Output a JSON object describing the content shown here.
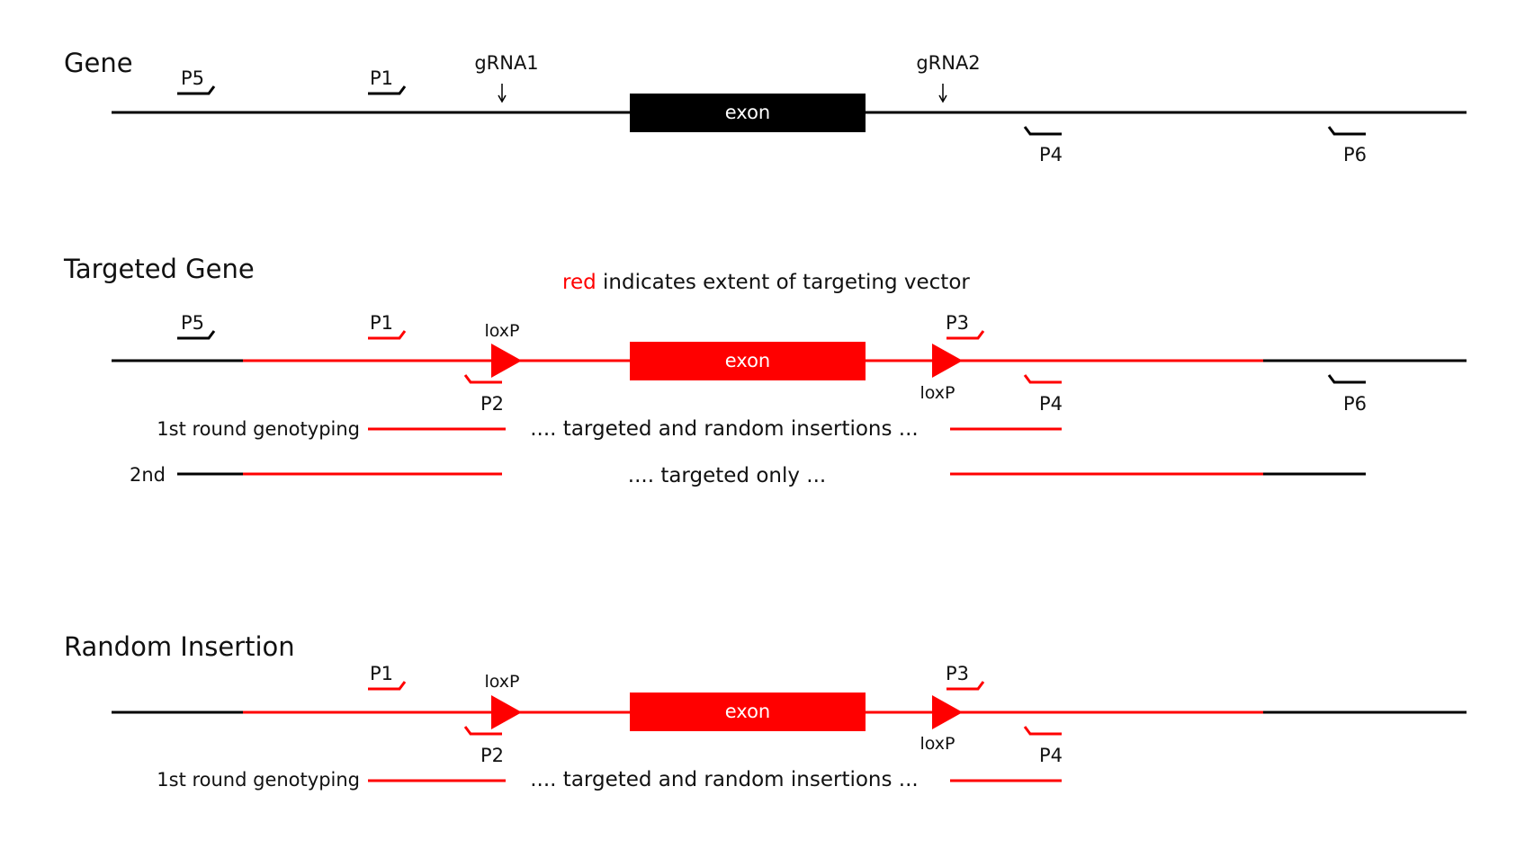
{
  "colors": {
    "black": "#000000",
    "red": "#ff0000",
    "white": "#ffffff"
  },
  "gene": {
    "title": "Gene",
    "exon": "exon",
    "grna1": "gRNA1",
    "grna2": "gRNA2",
    "p5": "P5",
    "p1": "P1",
    "p4": "P4",
    "p6": "P6"
  },
  "targeted": {
    "title": "Targeted Gene",
    "legend_red": "red",
    "legend_rest": " indicates extent of targeting vector",
    "p5": "P5",
    "p1": "P1",
    "p2": "P2",
    "p3": "P3",
    "p4": "P4",
    "p6": "P6",
    "loxp_left": "loxP",
    "loxp_right": "loxP",
    "exon": "exon",
    "round1_label": "1st round genotyping",
    "round1_text": ".... targeted and random insertions ...",
    "round2_label": "2nd",
    "round2_text": ".... targeted only ..."
  },
  "random": {
    "title": "Random Insertion",
    "p1": "P1",
    "p2": "P2",
    "p3": "P3",
    "p4": "P4",
    "loxp_left": "loxP",
    "loxp_right": "loxP",
    "exon": "exon",
    "round1_label": "1st round genotyping",
    "round1_text": ".... targeted and random insertions ..."
  }
}
